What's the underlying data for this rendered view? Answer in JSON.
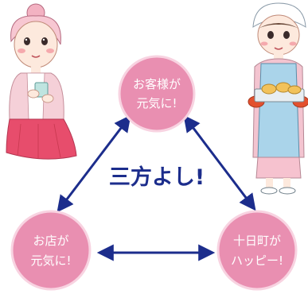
{
  "diagram": {
    "center_label": "三方よし!",
    "nodes": {
      "customers": {
        "line1": "お客様が",
        "line2": "元気に!"
      },
      "shops": {
        "line1": "お店が",
        "line2": "元気に!"
      },
      "town": {
        "line1": "十日町が",
        "line2": "ハッピー!"
      }
    },
    "edges": [
      {
        "from": "customers",
        "to": "shops",
        "direction": "both"
      },
      {
        "from": "customers",
        "to": "town",
        "direction": "both"
      },
      {
        "from": "shops",
        "to": "town",
        "direction": "both"
      }
    ],
    "illustrations": [
      "woman-with-cup-illustration",
      "shopkeeper-with-bread-tray-illustration"
    ]
  },
  "colors": {
    "node_fill": "#e98fb1",
    "node_stroke": "#f8d3e1",
    "arrow": "#1c2d8c",
    "center_text": "#1c2d8c",
    "node_text": "#ffffff"
  }
}
